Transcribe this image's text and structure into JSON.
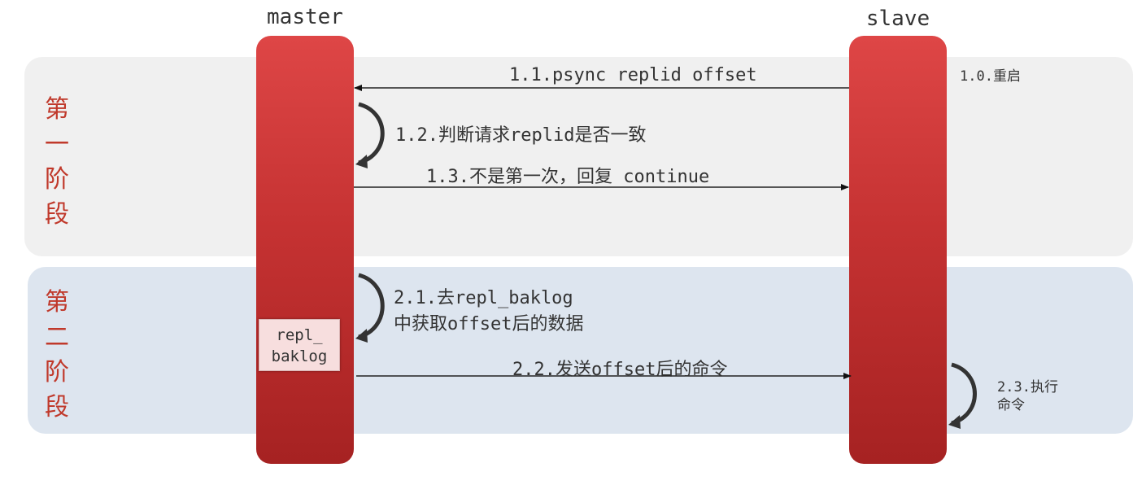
{
  "lifelines": {
    "master": "master",
    "slave": "slave"
  },
  "phases": {
    "phase1": [
      "第",
      "一",
      "阶",
      "段"
    ],
    "phase2": [
      "第",
      "二",
      "阶",
      "段"
    ]
  },
  "steps": {
    "s1_0": "1.0.重启",
    "s1_1": "1.1.psync replid offset",
    "s1_2": "1.2.判断请求replid是否一致",
    "s1_3": "1.3.不是第一次，回复 continue",
    "s2_1_line1": "2.1.去repl_baklog",
    "s2_1_line2": "中获取offset后的数据",
    "s2_2": "2.2.发送offset后的命令",
    "s2_3_line1": "2.3.执行",
    "s2_3_line2": "命令"
  },
  "backlog": {
    "line1": "repl_",
    "line2": "baklog"
  },
  "colors": {
    "lifeline": "#c53232",
    "phase_label": "#c0392b",
    "phase1_bg": "#f0f0f0",
    "phase2_bg": "#dde5ef",
    "arrow": "#222222"
  }
}
